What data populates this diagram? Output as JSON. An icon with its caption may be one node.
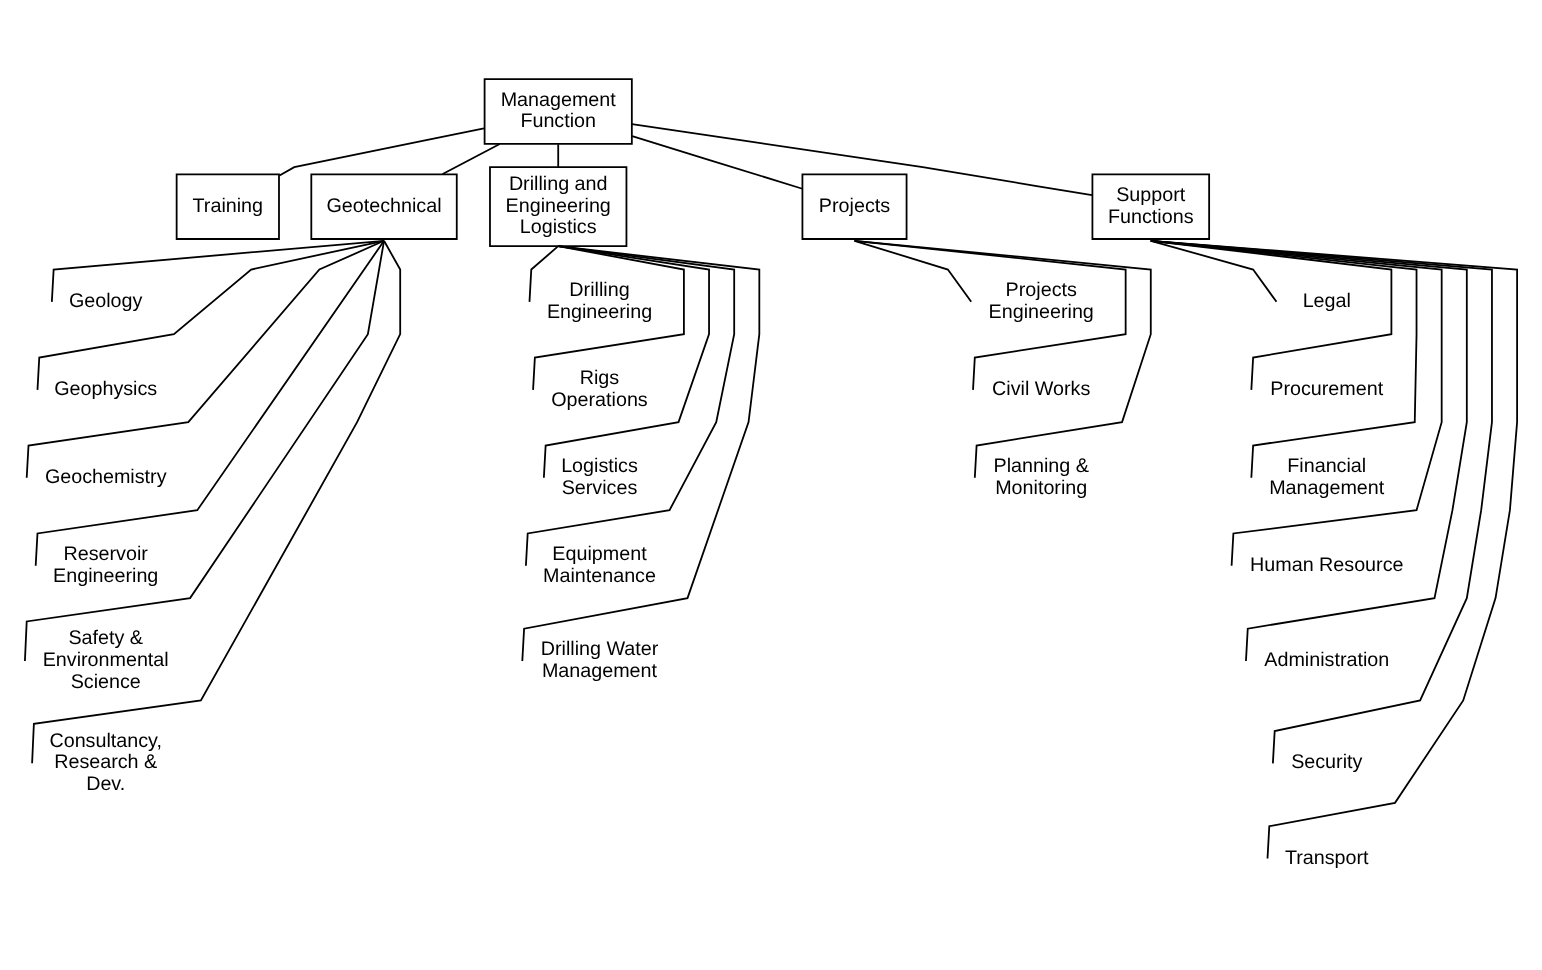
{
  "diagram": {
    "nodes": [
      {
        "text": [
          "Management Function"
        ]
      },
      {
        "text": [
          "Training"
        ]
      },
      {
        "text": [
          "Geotechnical"
        ]
      },
      {
        "text": [
          "Drilling and Engineering Logistics"
        ]
      },
      {
        "text": [
          "Projects"
        ]
      },
      {
        "text": [
          "Support Functions"
        ]
      },
      {
        "text": [
          "Geology"
        ]
      },
      {
        "text": [
          "Geophysics"
        ]
      },
      {
        "text": [
          "Geochemistry"
        ]
      },
      {
        "text": [
          "Reservoir Engineering"
        ]
      },
      {
        "text": [
          "Safety & Environmental Science"
        ]
      },
      {
        "text": [
          "Consultancy, Research & Dev."
        ]
      },
      {
        "text": [
          "Drilling Engineering"
        ]
      },
      {
        "text": [
          "Rigs Operations"
        ]
      },
      {
        "text": [
          "Logistics Services"
        ]
      },
      {
        "text": [
          "Equipment Maintenance"
        ]
      },
      {
        "text": [
          "Drilling Water Management"
        ]
      },
      {
        "text": [
          "Projects Engineering"
        ]
      },
      {
        "text": [
          "Civil Works"
        ]
      },
      {
        "text": [
          "Planning & Monitoring"
        ]
      },
      {
        "text": [
          "Legal"
        ]
      },
      {
        "text": [
          "Procurement"
        ]
      },
      {
        "text": [
          "Financial Management"
        ]
      },
      {
        "text": [
          "Human Resource"
        ]
      },
      {
        "text": [
          "Administration"
        ]
      },
      {
        "text": [
          "Security"
        ]
      },
      {
        "text": [
          "Transport"
        ]
      }
    ],
    "edges": [
      {
        "from": 0,
        "to": 1,
        "arrow": "none"
      },
      {
        "from": 0,
        "to": 2,
        "arrow": "none"
      },
      {
        "from": 0,
        "to": 3,
        "arrow": "none"
      },
      {
        "from": 0,
        "to": 4,
        "arrow": "none"
      },
      {
        "from": 0,
        "to": 5,
        "arrow": "none"
      },
      {
        "from": 2,
        "to": 6,
        "arrow": "none"
      },
      {
        "from": 2,
        "to": 7,
        "arrow": "none"
      },
      {
        "from": 2,
        "to": 8,
        "arrow": "none"
      },
      {
        "from": 2,
        "to": 9,
        "arrow": "none"
      },
      {
        "from": 2,
        "to": 10,
        "arrow": "none"
      },
      {
        "from": 2,
        "to": 11,
        "arrow": "none"
      },
      {
        "from": 3,
        "to": 12,
        "arrow": "none"
      },
      {
        "from": 3,
        "to": 13,
        "arrow": "none"
      },
      {
        "from": 3,
        "to": 14,
        "arrow": "none"
      },
      {
        "from": 3,
        "to": 15,
        "arrow": "none"
      },
      {
        "from": 3,
        "to": 16,
        "arrow": "none"
      },
      {
        "from": 4,
        "to": 17,
        "arrow": "none"
      },
      {
        "from": 4,
        "to": 18,
        "arrow": "none"
      },
      {
        "from": 4,
        "to": 19,
        "arrow": "none"
      },
      {
        "from": 5,
        "to": 20,
        "arrow": "none"
      },
      {
        "from": 5,
        "to": 21,
        "arrow": "none"
      },
      {
        "from": 5,
        "to": 22,
        "arrow": "none"
      },
      {
        "from": 5,
        "to": 23,
        "arrow": "none"
      },
      {
        "from": 5,
        "to": 24,
        "arrow": "none"
      },
      {
        "from": 5,
        "to": 25,
        "arrow": "none"
      },
      {
        "from": 5,
        "to": 26,
        "arrow": "none"
      }
    ]
  }
}
